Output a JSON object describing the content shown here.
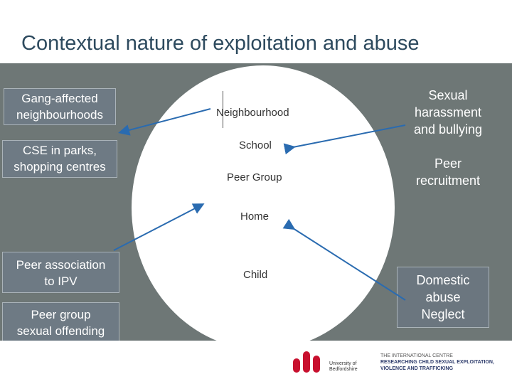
{
  "slide": {
    "title": "Contextual nature of exploitation and abuse"
  },
  "circle_labels": {
    "neighbourhood": "Neighbourhood",
    "school": "School",
    "peer_group": "Peer Group",
    "home": "Home",
    "child": "Child"
  },
  "left_boxes": {
    "gang_line1": "Gang-affected",
    "gang_line2": "neighbourhoods",
    "cse_line1": "CSE in parks,",
    "cse_line2": "shopping centres",
    "ipv_line1": "Peer association",
    "ipv_line2": "to IPV",
    "pso_line1": "Peer group",
    "pso_line2": "sexual offending"
  },
  "right_boxes": {
    "sh_line1": "Sexual",
    "sh_line2": "harassment",
    "sh_line3": "and bullying",
    "pr_line1": "Peer",
    "pr_line2": "recruitment",
    "da_line1": "Domestic",
    "da_line2": "abuse",
    "da_line3": "Neglect"
  },
  "footer": {
    "uob_line1": "University of",
    "uob_line2": "Bedfordshire",
    "ic_line1": "THE INTERNATIONAL CENTRE",
    "ic_line2": "RESEARCHING CHILD SEXUAL EXPLOITATION,",
    "ic_line3": "VIOLENCE AND TRAFFICKING"
  },
  "colors": {
    "background_band": "#6e7776",
    "arrow": "#2a6bb0",
    "logo_red": "#c8102e"
  }
}
